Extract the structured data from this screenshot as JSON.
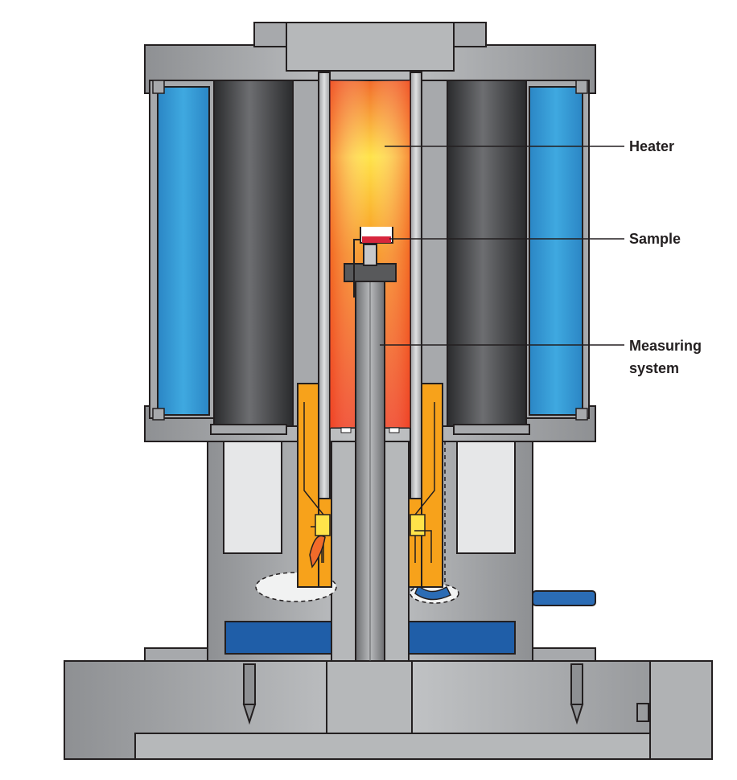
{
  "labels": {
    "heater": "Heater",
    "sample": "Sample",
    "measuring_line1": "Measuring",
    "measuring_line2": "system"
  },
  "colors": {
    "housing_gray": "#a7a9ac",
    "outline": "#231f20",
    "cooling_blue": "#3a9bd5",
    "graphite": "#3f4042",
    "heater_orange": "#f15a29",
    "heater_yellow": "#ffe34a",
    "insert_orange": "#f7a21b",
    "base_blue": "#1f5ea8",
    "window_gray": "#e6e7e8"
  }
}
